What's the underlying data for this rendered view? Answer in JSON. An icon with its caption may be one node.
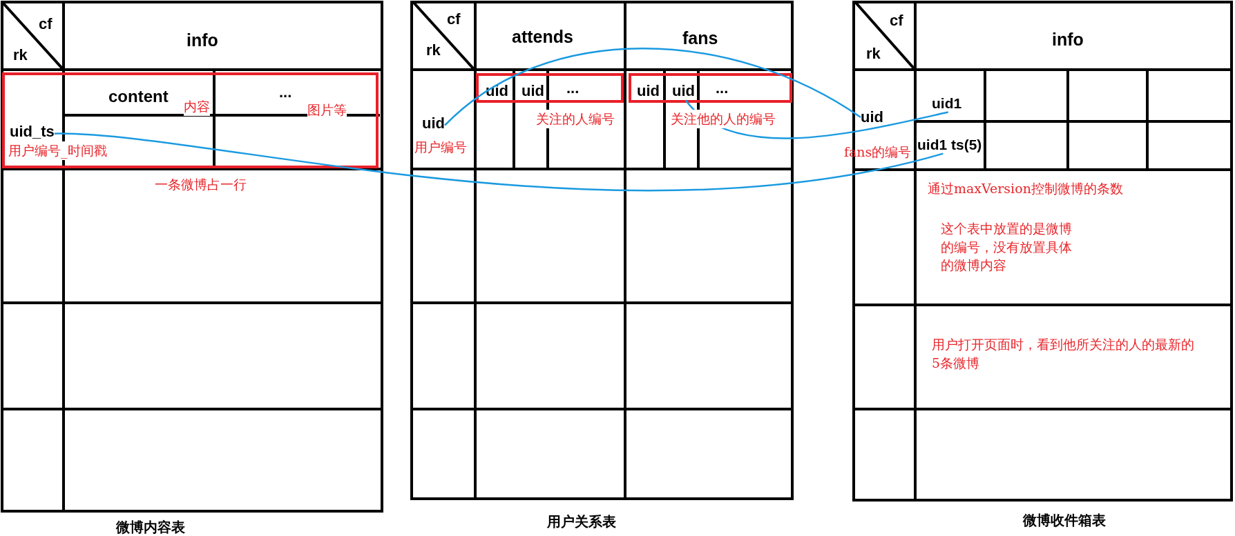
{
  "diagram": {
    "nodes": [
      {
        "text": [
          "微博内容表"
        ]
      },
      {
        "text": [
          "cf",
          "rk"
        ],
        "in": 0
      },
      {
        "text": [
          "info"
        ],
        "in": 0
      },
      {
        "text": [],
        "shape": "box",
        "in": 0,
        "beside": [
          "一条微博占一行"
        ]
      },
      {
        "text": [
          "uid_ts"
        ],
        "in": 3,
        "beside": [
          "用户编号_时间戳"
        ]
      },
      {
        "text": [
          "content"
        ],
        "in": 3,
        "beside": [
          "内容"
        ]
      },
      {
        "text": [
          "..."
        ],
        "in": 3,
        "beside": [
          "图片等"
        ]
      },
      {
        "text": [
          "用户关系表"
        ]
      },
      {
        "text": [
          "cf",
          "rk"
        ],
        "in": 7
      },
      {
        "text": [
          "attends"
        ],
        "in": 7
      },
      {
        "text": [
          "fans"
        ],
        "in": 7
      },
      {
        "text": [
          "uid"
        ],
        "in": 7,
        "beside": [
          "用户编号"
        ]
      },
      {
        "text": [],
        "shape": "box",
        "in": 7,
        "beside": [
          "关注的人编号"
        ]
      },
      {
        "text": [
          "uid"
        ],
        "in": 12
      },
      {
        "text": [
          "uid"
        ],
        "in": 12
      },
      {
        "text": [
          "..."
        ],
        "in": 12
      },
      {
        "text": [],
        "shape": "box",
        "in": 7,
        "beside": [
          "关注他的人的编号"
        ]
      },
      {
        "text": [
          "uid"
        ],
        "in": 16
      },
      {
        "text": [
          "uid"
        ],
        "in": 16
      },
      {
        "text": [
          "..."
        ],
        "in": 16
      },
      {
        "text": [
          "微博收件箱表"
        ]
      },
      {
        "text": [
          "cf",
          "rk"
        ],
        "in": 20
      },
      {
        "text": [
          "info"
        ],
        "in": 20
      },
      {
        "text": [
          "uid"
        ],
        "in": 20
      },
      {
        "text": [
          "uid1"
        ],
        "in": 20
      },
      {
        "text": [
          "uid1  ts(5)"
        ],
        "in": 20
      }
    ],
    "edges": [
      {
        "from": 4,
        "to": 25,
        "arrow": "none"
      },
      {
        "from": 11,
        "to": 23,
        "arrow": "none"
      },
      {
        "from": 18,
        "to": 24,
        "arrow": "none"
      }
    ],
    "labels": [
      "fans的编号",
      "通过maxVersion控制微博的条数",
      "这个表中放置的是微博的编号，没有放置具体的微博内容",
      "用户打开页面时，看到他所关注的人的最新的5条微博"
    ]
  }
}
